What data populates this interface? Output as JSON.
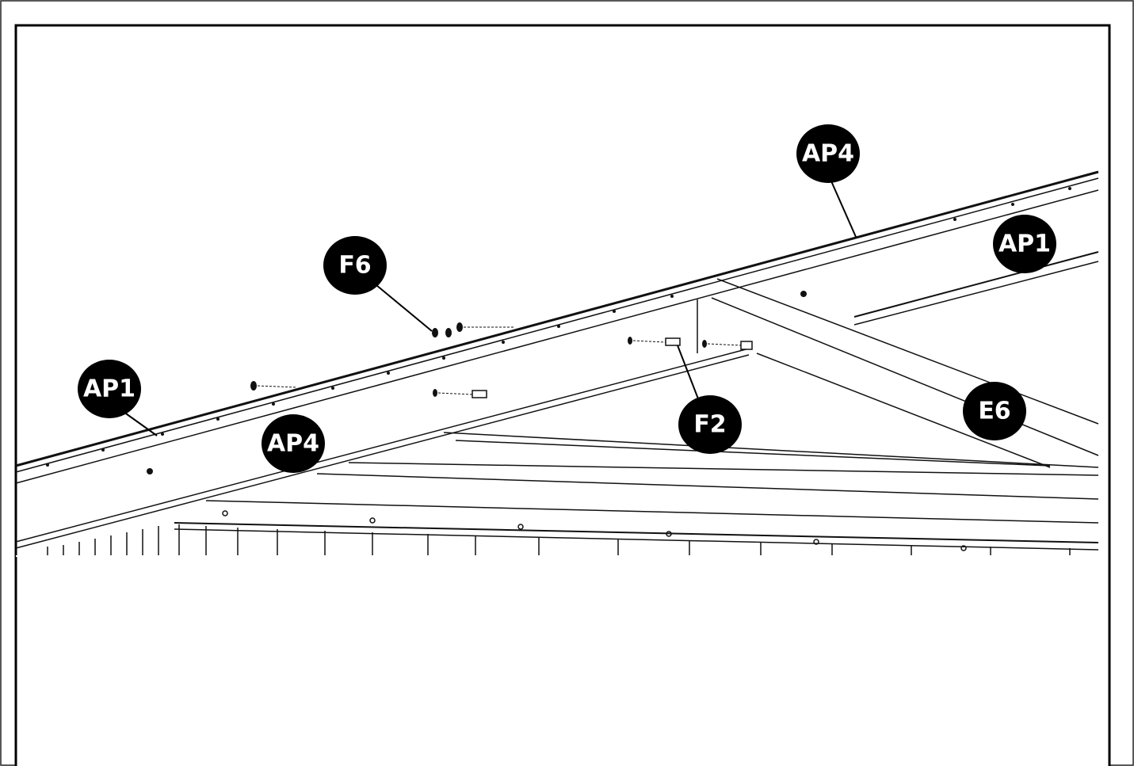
{
  "diagram": {
    "colors": {
      "ink": "#111111",
      "paper": "#ffffff",
      "callout_fill": "#000000",
      "callout_text": "#ffffff"
    },
    "callouts": [
      {
        "id": "AP4-top",
        "label": "AP4"
      },
      {
        "id": "AP1-right",
        "label": "AP1"
      },
      {
        "id": "F6",
        "label": "F6"
      },
      {
        "id": "AP1-left",
        "label": "AP1"
      },
      {
        "id": "AP4-mid",
        "label": "AP4"
      },
      {
        "id": "F2",
        "label": "F2"
      },
      {
        "id": "E6",
        "label": "E6"
      }
    ]
  }
}
